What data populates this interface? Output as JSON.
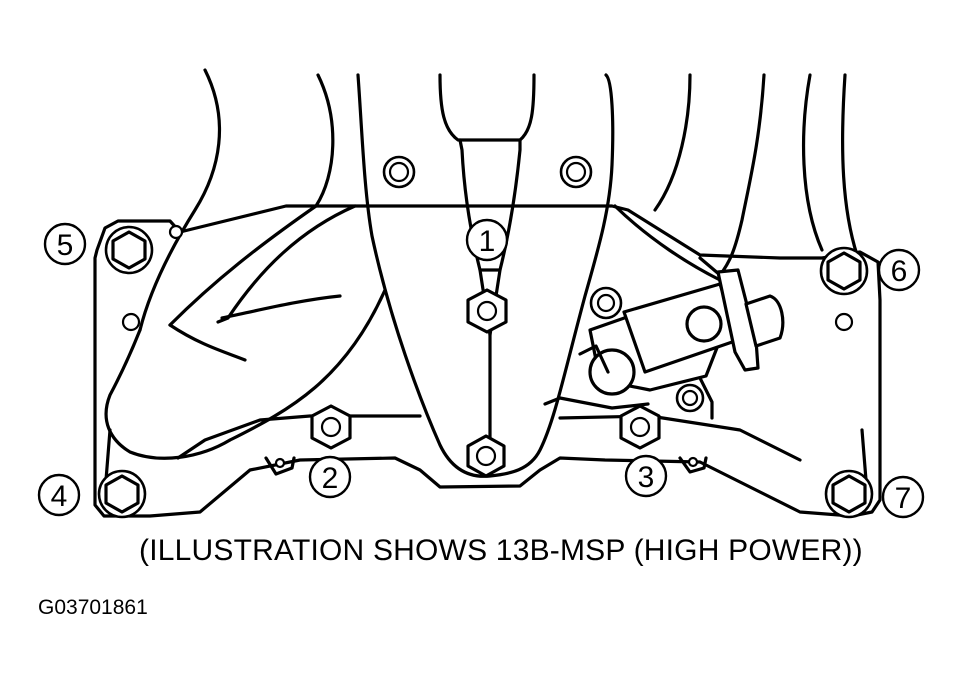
{
  "caption": "(ILLUSTRATION SHOWS 13B-MSP (HIGH POWER))",
  "figure_id": "G03701861",
  "callouts": [
    {
      "label": "1"
    },
    {
      "label": "2"
    },
    {
      "label": "3"
    },
    {
      "label": "4"
    },
    {
      "label": "5"
    },
    {
      "label": "6"
    },
    {
      "label": "7"
    }
  ],
  "colors": {
    "ink": "#000000",
    "paper": "#ffffff"
  }
}
